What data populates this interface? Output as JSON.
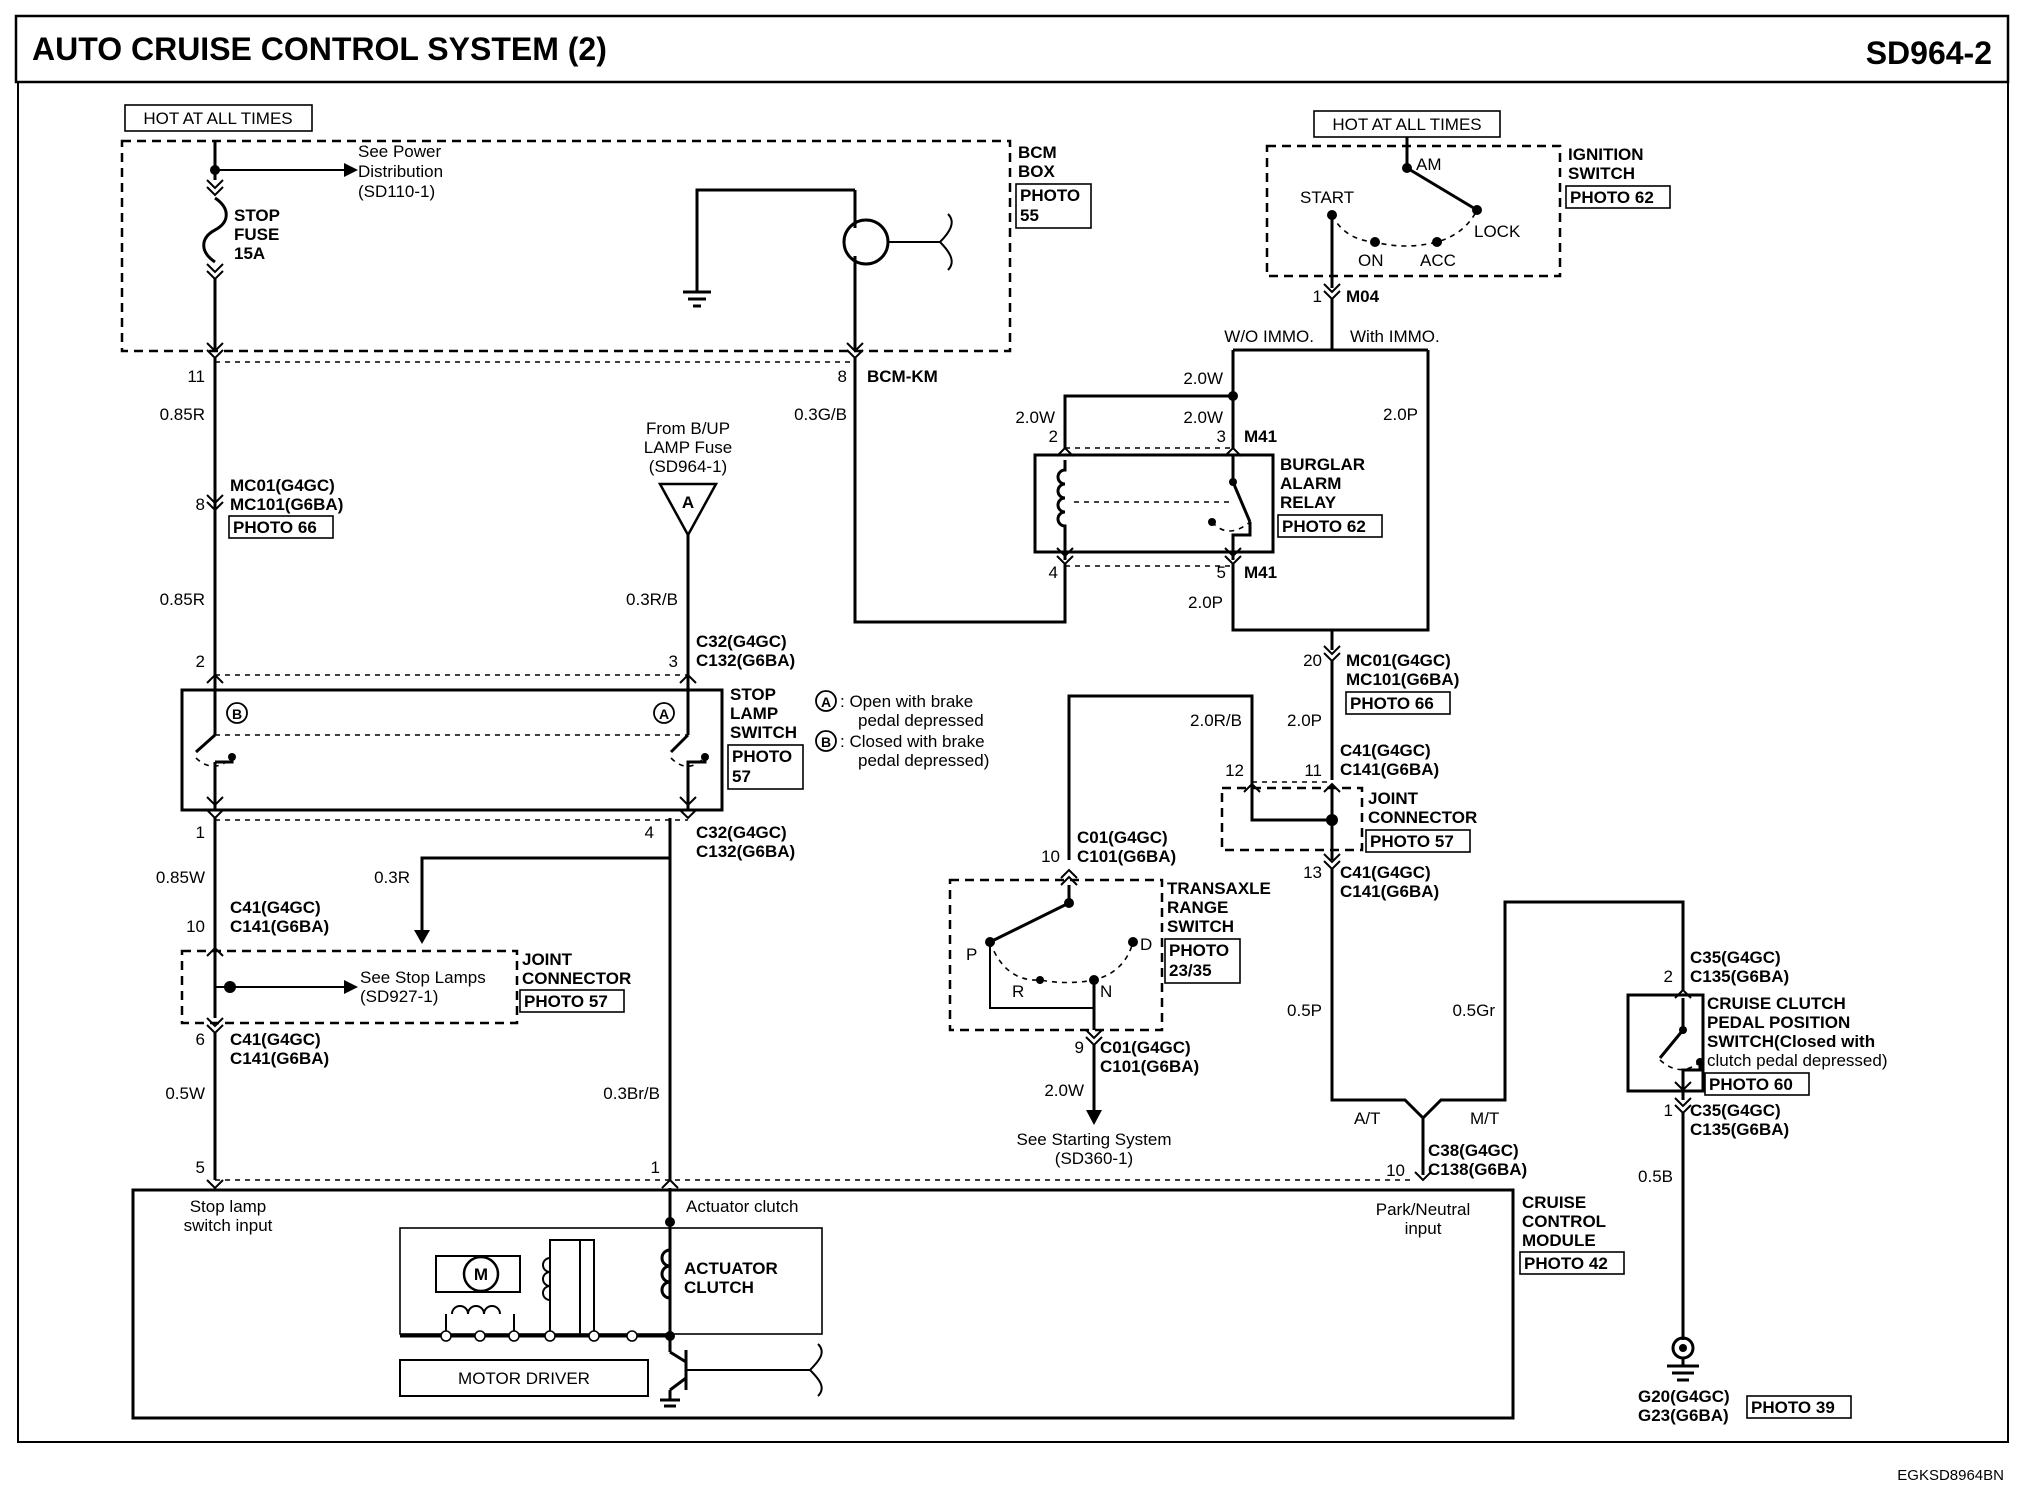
{
  "header": {
    "title": "AUTO CRUISE CONTROL SYSTEM (2)",
    "code": "SD964-2"
  },
  "footer": {
    "code": "EGKSD8964BN"
  },
  "hot_left": "HOT AT ALL TIMES",
  "hot_right": "HOT AT ALL TIMES",
  "see_power": [
    "See Power",
    "Distribution",
    "(SD110-1)"
  ],
  "stop_fuse": [
    "STOP",
    "FUSE",
    "15A"
  ],
  "bcm_box": {
    "name": [
      "BCM",
      "BOX"
    ],
    "photo": [
      "PHOTO",
      "55"
    ]
  },
  "ignition": {
    "name": [
      "IGNITION",
      "SWITCH"
    ],
    "photo": "PHOTO 62",
    "am": "AM",
    "start": "START",
    "lock": "LOCK",
    "on": "ON",
    "acc": "ACC",
    "pin": "1",
    "conn": "M04"
  },
  "immo": {
    "wo": "W/O IMMO.",
    "with": "With IMMO."
  },
  "bcm_conn": {
    "pin_left": "11",
    "pin": "8",
    "name": "BCM-KM"
  },
  "wires": {
    "r085a": "0.85R",
    "r085b": "0.85R",
    "g03": "0.3G/B",
    "rb03": "0.3R/B",
    "w085": "0.85W",
    "r03": "0.3R",
    "w05": "0.5W",
    "brb03": "0.3Br/B",
    "w20a": "2.0W",
    "w20b": "2.0W",
    "w20c": "2.0W",
    "p20a": "2.0P",
    "p20b": "2.0P",
    "p20c": "2.0P",
    "rb20": "2.0R/B",
    "w20d": "2.0W",
    "p05": "0.5P",
    "gr05": "0.5Gr",
    "b05": "0.5B"
  },
  "mc01_left": {
    "pin": "8",
    "l1": "MC01(G4GC)",
    "l2": "MC101(G6BA)",
    "photo": "PHOTO 66"
  },
  "from_bup": [
    "From B/UP",
    "LAMP Fuse",
    "(SD964-1)"
  ],
  "marker_a": "A",
  "c32_top": {
    "pin_l": "2",
    "pin_r": "3",
    "l1": "C32(G4GC)",
    "l2": "C132(G6BA)"
  },
  "stop_lamp": {
    "name": [
      "STOP",
      "LAMP",
      "SWITCH"
    ],
    "photo": [
      "PHOTO",
      "57"
    ],
    "mark_b": "B",
    "mark_a": "A"
  },
  "legend": {
    "a_mark": "A",
    "a1": ": Open with brake",
    "a2": "pedal depressed",
    "b_mark": "B",
    "b1": ": Closed with brake",
    "b2": "pedal depressed)"
  },
  "c32_bot": {
    "pin_l": "1",
    "pin_r": "4",
    "l1": "C32(G4GC)",
    "l2": "C132(G6BA)"
  },
  "c41_left_top": {
    "pin": "10",
    "l1": "C41(G4GC)",
    "l2": "C141(G6BA)"
  },
  "joint_left": {
    "see": [
      "See Stop Lamps",
      "(SD927-1)"
    ],
    "name": [
      "JOINT",
      "CONNECTOR"
    ],
    "photo": "PHOTO 57"
  },
  "c41_left_bot": {
    "pin": "6",
    "l1": "C41(G4GC)",
    "l2": "C141(G6BA)"
  },
  "module_pins": {
    "p5": "5",
    "p1": "1",
    "p10": "10"
  },
  "module": {
    "stop_input": [
      "Stop lamp",
      "switch input"
    ],
    "actuator_clutch": "Actuator clutch",
    "actuator_label": [
      "ACTUATOR",
      "CLUTCH"
    ],
    "motor": "M",
    "motor_driver": "MOTOR DRIVER",
    "park": [
      "Park/Neutral",
      "input"
    ],
    "name": [
      "CRUISE",
      "CONTROL",
      "MODULE"
    ],
    "photo": "PHOTO 42"
  },
  "burglar": {
    "pins": {
      "p2": "2",
      "p3": "3",
      "p4": "4",
      "p5": "5"
    },
    "m41_top": "M41",
    "m41_bot": "M41",
    "name": [
      "BURGLAR",
      "ALARM",
      "RELAY"
    ],
    "photo": "PHOTO 62"
  },
  "mc01_right": {
    "pin": "20",
    "l1": "MC01(G4GC)",
    "l2": "MC101(G6BA)",
    "photo": "PHOTO 66"
  },
  "c41_right_top": {
    "pin12": "12",
    "pin11": "11",
    "l1": "C41(G4GC)",
    "l2": "C141(G6BA)"
  },
  "joint_right": {
    "name": [
      "JOINT",
      "CONNECTOR"
    ],
    "photo": "PHOTO 57"
  },
  "c41_right_bot": {
    "pin": "13",
    "l1": "C41(G4GC)",
    "l2": "C141(G6BA)"
  },
  "c01_top": {
    "pin": "10",
    "l1": "C01(G4GC)",
    "l2": "C101(G6BA)"
  },
  "transaxle": {
    "name": [
      "TRANSAXLE",
      "RANGE",
      "SWITCH"
    ],
    "photo": [
      "PHOTO",
      "23/35"
    ],
    "p": "P",
    "r": "R",
    "n": "N",
    "d": "D"
  },
  "c01_bot": {
    "pin": "9",
    "l1": "C01(G4GC)",
    "l2": "C101(G6BA)"
  },
  "starting": [
    "See Starting System",
    "(SD360-1)"
  ],
  "at_mt": {
    "at": "A/T",
    "mt": "M/T"
  },
  "c38": {
    "l1": "C38(G4GC)",
    "l2": "C138(G6BA)"
  },
  "c35_top": {
    "pin": "2",
    "l1": "C35(G4GC)",
    "l2": "C135(G6BA)"
  },
  "cruise_clutch": {
    "name": [
      "CRUISE CLUTCH",
      "PEDAL POSITION",
      "SWITCH(Closed with",
      "clutch pedal depressed)"
    ],
    "photo": "PHOTO 60"
  },
  "c35_bot": {
    "pin": "1",
    "l1": "C35(G4GC)",
    "l2": "C135(G6BA)"
  },
  "ground": {
    "l1": "G20(G4GC)",
    "l2": "G23(G6BA)",
    "photo": "PHOTO 39"
  }
}
